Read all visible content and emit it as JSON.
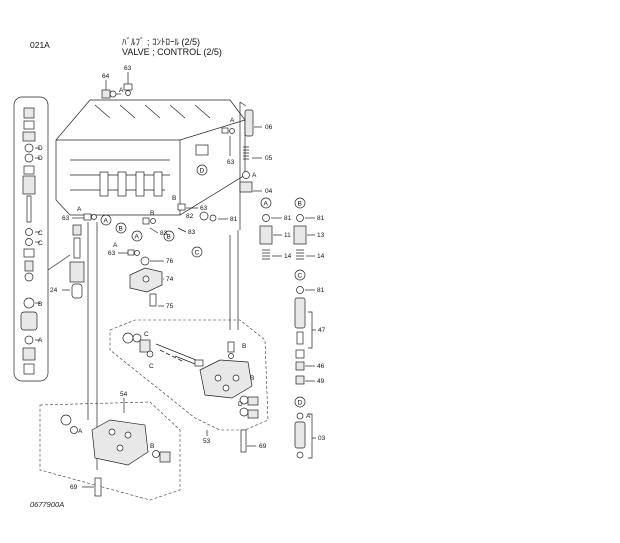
{
  "header": {
    "page_code": "021A",
    "title_jp": "ﾊﾞﾙﾌﾞ ; ｺﾝﾄﾛｰﾙ (2/5)",
    "title_en": "VALVE ; CONTROL (2/5)"
  },
  "footer": {
    "doc_code": "0677900A"
  },
  "callouts": {
    "p03": "03",
    "p05": "05",
    "p06": "06",
    "p04": "04",
    "p11": "11",
    "p13": "13",
    "p14a": "14",
    "p14b": "14",
    "p24": "24",
    "p46": "46",
    "p47": "47",
    "p49": "49",
    "p53": "53",
    "p54": "54",
    "p63a": "63",
    "p63b": "63",
    "p63c": "63",
    "p63d": "63",
    "p63e": "63",
    "p64": "64",
    "p69a": "69",
    "p69b": "69",
    "p74": "74",
    "p75": "75",
    "p76": "76",
    "p81a": "81",
    "p81b": "81",
    "p81c": "81",
    "p81d": "81",
    "p82": "82",
    "p83a": "83",
    "p83b": "83"
  },
  "letters": {
    "A": "A",
    "B": "B",
    "C": "C",
    "D": "D"
  }
}
